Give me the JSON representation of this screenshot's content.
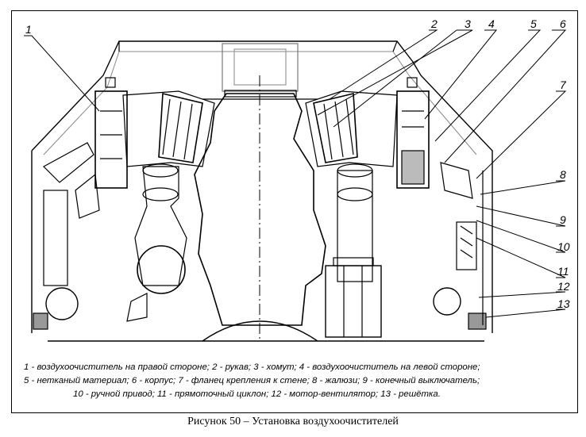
{
  "figure": {
    "callouts": [
      "1",
      "2",
      "3",
      "4",
      "5",
      "6",
      "7",
      "8",
      "9",
      "10",
      "11",
      "12",
      "13"
    ],
    "legend": [
      "1 - воздухоочиститель на правой стороне; 2 -  рукав; 3 -  хомут; 4 - воздухоочиститель на левой стороне;",
      "5  -  нетканый материал; 6 -  корпус; 7 - фланец крепления к стене; 8 - жалюзи; 9 - конечный выключатель;",
      "10 - ручной привод; 11 -  прямоточный циклон; 12 -  мотор-вентилятор; 13 - решётка."
    ],
    "caption": "Рисунок 50 – Установка воздухоочистителей"
  }
}
